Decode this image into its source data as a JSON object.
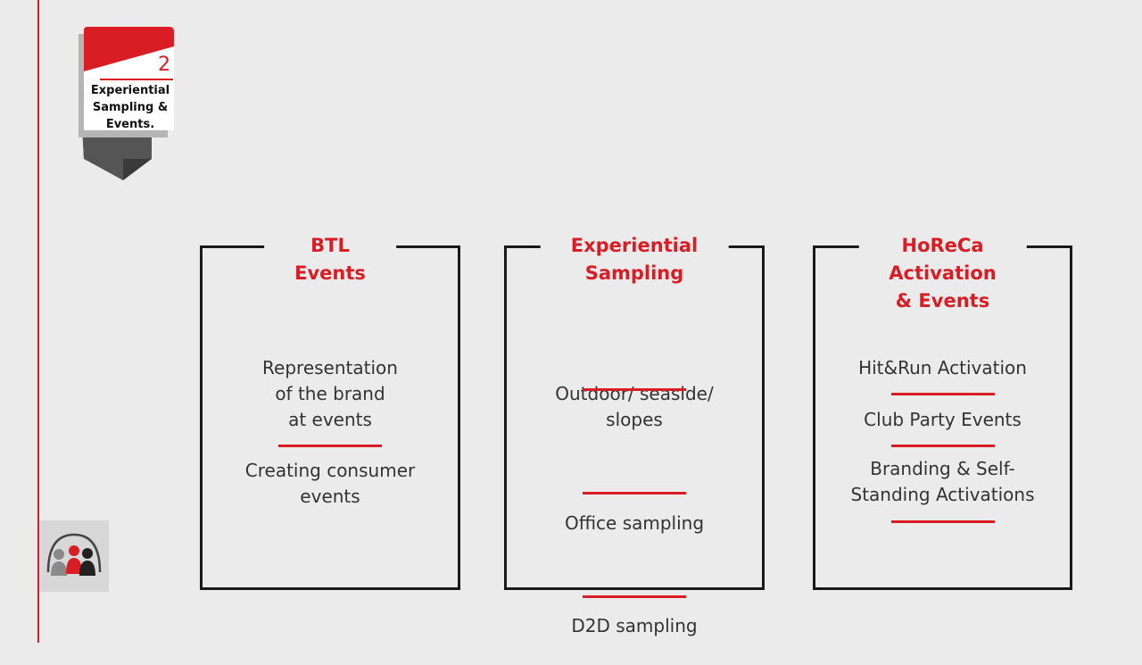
{
  "badge": {
    "number": "2",
    "caption": "Experiential Sampling &Events."
  },
  "logo": {
    "icon": "people-group-icon"
  },
  "panels": [
    {
      "title": "BTL Events",
      "items": [
        "Representation\nof the brand\nat events",
        "Creating consumer\nevents"
      ]
    },
    {
      "title": "Experiential\nSampling",
      "items": [
        "Outdoor/ seaside/\nslopes",
        "Office sampling",
        "D2D sampling"
      ]
    },
    {
      "title": "HoReCa\nActivation & Events",
      "items": [
        "Hit&Run Activation",
        "Club Party Events",
        "Branding & Self-\nStanding Activations"
      ]
    }
  ],
  "colors": {
    "accent": "#d81e24",
    "frame": "#1a1a1a",
    "background": "#ebebeb"
  }
}
